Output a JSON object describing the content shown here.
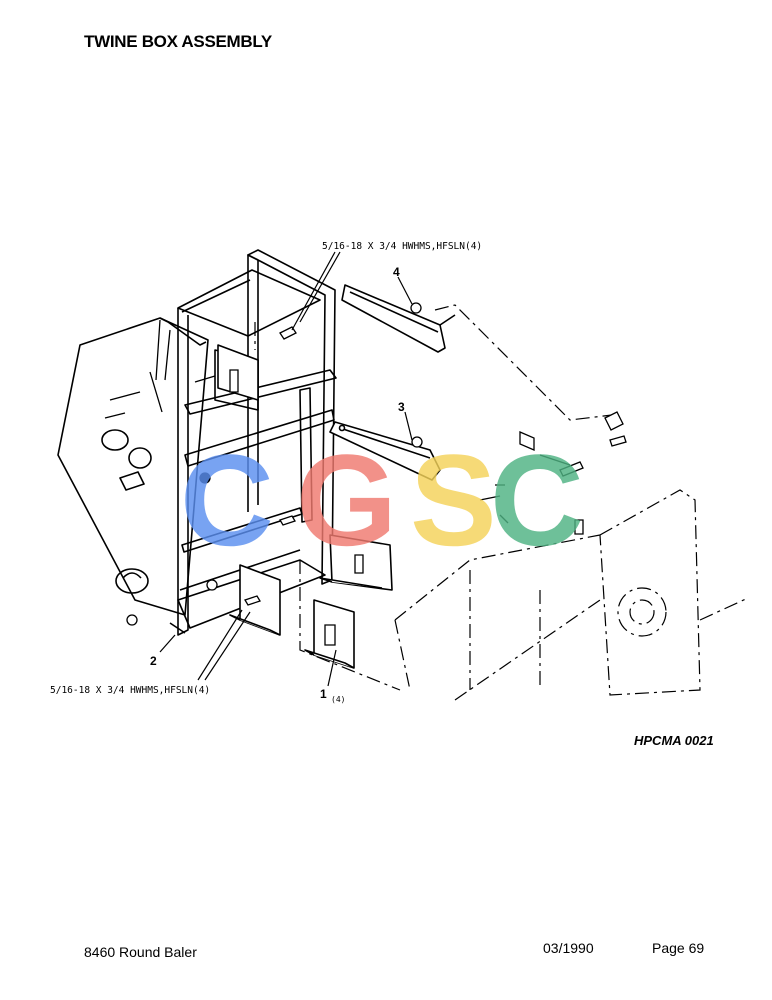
{
  "title": "TWINE BOX ASSEMBLY",
  "callouts": {
    "top_hardware": "5/16-18 X 3/4 HWHMS,HFSLN(4)",
    "bottom_hardware": "5/16-18 X 3/4 HWHMS,HFSLN(4)",
    "item1": "1",
    "item1_qty": "(4)",
    "item2": "2",
    "item3": "3",
    "item4": "4"
  },
  "watermark": {
    "text": "CGSC",
    "colors": [
      "#5b8ff0",
      "#f07a70",
      "#f5d35a",
      "#4fb383"
    ]
  },
  "figure_id": "HPCMA 0021",
  "footer": {
    "model": "8460 Round Baler",
    "date": "03/1990",
    "page": "Page 69"
  }
}
